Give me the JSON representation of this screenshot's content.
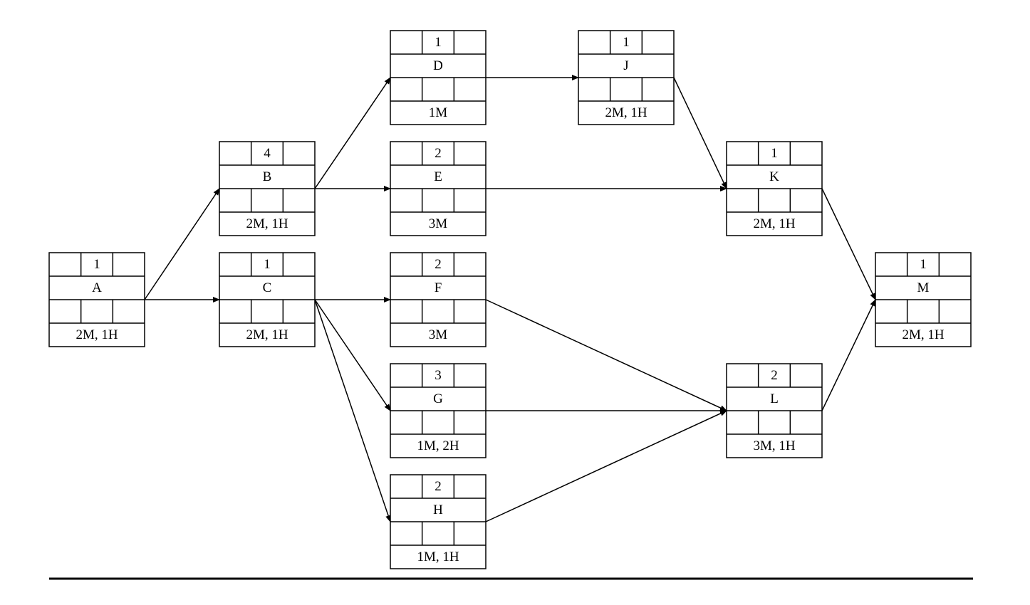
{
  "diagram": {
    "type": "activity-on-node network",
    "nodes": [
      {
        "id": "A",
        "duration": "1",
        "resources": "2M, 1H"
      },
      {
        "id": "B",
        "duration": "4",
        "resources": "2M, 1H"
      },
      {
        "id": "C",
        "duration": "1",
        "resources": "2M, 1H"
      },
      {
        "id": "D",
        "duration": "1",
        "resources": "1M"
      },
      {
        "id": "E",
        "duration": "2",
        "resources": "3M"
      },
      {
        "id": "F",
        "duration": "2",
        "resources": "3M"
      },
      {
        "id": "G",
        "duration": "3",
        "resources": "1M, 2H"
      },
      {
        "id": "H",
        "duration": "2",
        "resources": "1M, 1H"
      },
      {
        "id": "J",
        "duration": "1",
        "resources": "2M, 1H"
      },
      {
        "id": "K",
        "duration": "1",
        "resources": "2M, 1H"
      },
      {
        "id": "L",
        "duration": "2",
        "resources": "3M, 1H"
      },
      {
        "id": "M",
        "duration": "1",
        "resources": "2M, 1H"
      }
    ],
    "edges": [
      {
        "from": "A",
        "to": "B"
      },
      {
        "from": "A",
        "to": "C"
      },
      {
        "from": "B",
        "to": "D"
      },
      {
        "from": "B",
        "to": "E"
      },
      {
        "from": "C",
        "to": "F"
      },
      {
        "from": "C",
        "to": "G"
      },
      {
        "from": "C",
        "to": "H"
      },
      {
        "from": "D",
        "to": "J"
      },
      {
        "from": "J",
        "to": "K"
      },
      {
        "from": "E",
        "to": "K"
      },
      {
        "from": "F",
        "to": "L"
      },
      {
        "from": "G",
        "to": "L"
      },
      {
        "from": "H",
        "to": "L"
      },
      {
        "from": "K",
        "to": "M"
      },
      {
        "from": "L",
        "to": "M"
      }
    ],
    "colors": {
      "stroke": "#000000",
      "background": "#ffffff"
    }
  }
}
